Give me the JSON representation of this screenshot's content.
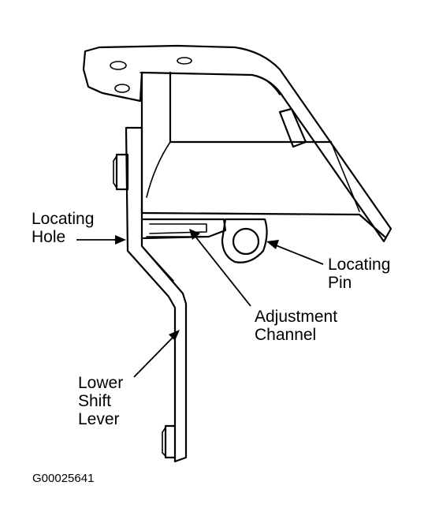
{
  "labels": {
    "locating_hole": [
      "Locating",
      "Hole"
    ],
    "locating_pin": [
      "Locating",
      "Pin"
    ],
    "adjustment_channel": [
      "Adjustment",
      "Channel"
    ],
    "lower_shift_lever": [
      "Lower",
      "Shift",
      "Lever"
    ]
  },
  "figure_code": "G00025641"
}
